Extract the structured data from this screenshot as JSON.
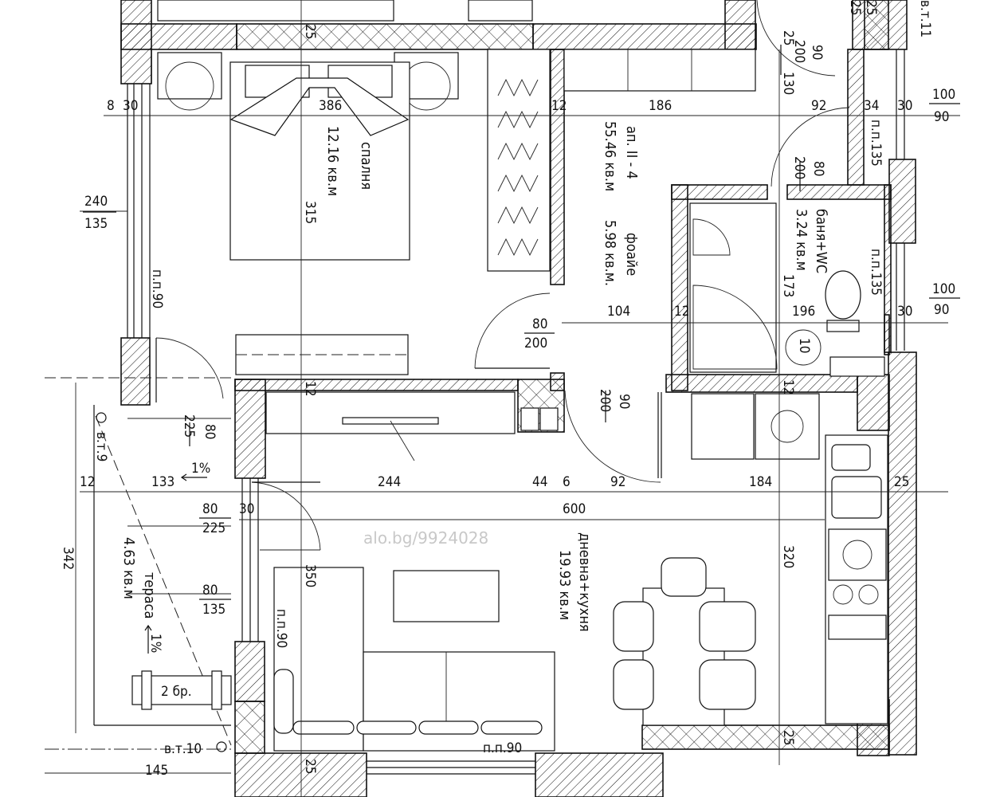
{
  "watermark": "alo.bg/9924028",
  "rooms": {
    "bedroom": {
      "name": "спалня",
      "area": "12.16 кв.м"
    },
    "apartment": {
      "name": "ап. II - 4",
      "area": "55.46 кв.м"
    },
    "foyer": {
      "name": "фоайе",
      "area": "5.98 кв.м."
    },
    "bathroom": {
      "name": "баня+WC",
      "area": "3.24 кв.м"
    },
    "living": {
      "name": "дневна+кухня",
      "area": "19.93 кв.м"
    },
    "terrace": {
      "name": "тераса",
      "area": "4.63 кв.м"
    }
  },
  "labels": {
    "vt9": "в.т.9",
    "vt10": "в.т.10",
    "vt11": "в.т.11",
    "slope1": "1%",
    "slope2": "1%",
    "pieces": "2 бр.",
    "pp90_bed": "п.п.90",
    "pp90_liv": "п.п.90",
    "pp90_bottom": "п.п.90",
    "pp135_top": "п.п.135",
    "pp135_bath": "п.п.135"
  },
  "dimensions": {
    "d386": "386",
    "d186": "186",
    "d12a": "12",
    "d92a": "92",
    "d34": "34",
    "d30a": "30",
    "d8": "8",
    "d30b": "30",
    "d315": "315",
    "d104": "104",
    "d12b": "12",
    "d196": "196",
    "d30c": "30",
    "d173": "173",
    "d244": "244",
    "d44": "44",
    "d6": "6",
    "d92b": "92",
    "d184": "184",
    "d25a": "25",
    "d600": "600",
    "d133": "133",
    "d12c": "12",
    "d30d": "30",
    "d350": "350",
    "d320": "320",
    "d342": "342",
    "d145": "145",
    "d25b": "25",
    "d25c": "25",
    "d25d": "25",
    "d25e": "25",
    "d130": "130",
    "d25f": "25",
    "d12d": "12",
    "d12e": "12",
    "d25g": "25",
    "d10r": "10"
  },
  "openings": {
    "w240_135": [
      "240",
      "135"
    ],
    "d80_200_bed": [
      "80",
      "200"
    ],
    "d90_200_top": [
      "90",
      "200"
    ],
    "d80_200_bath": [
      "80",
      "200"
    ],
    "d90_200_liv": [
      "90",
      "200"
    ],
    "d80_225_terr": [
      "80",
      "225"
    ],
    "d80_225_liv": [
      "80",
      "225"
    ],
    "w80_135_liv": [
      "80",
      "135"
    ],
    "w100_90_top": [
      "100",
      "90"
    ],
    "w100_90_bath": [
      "100",
      "90"
    ]
  }
}
